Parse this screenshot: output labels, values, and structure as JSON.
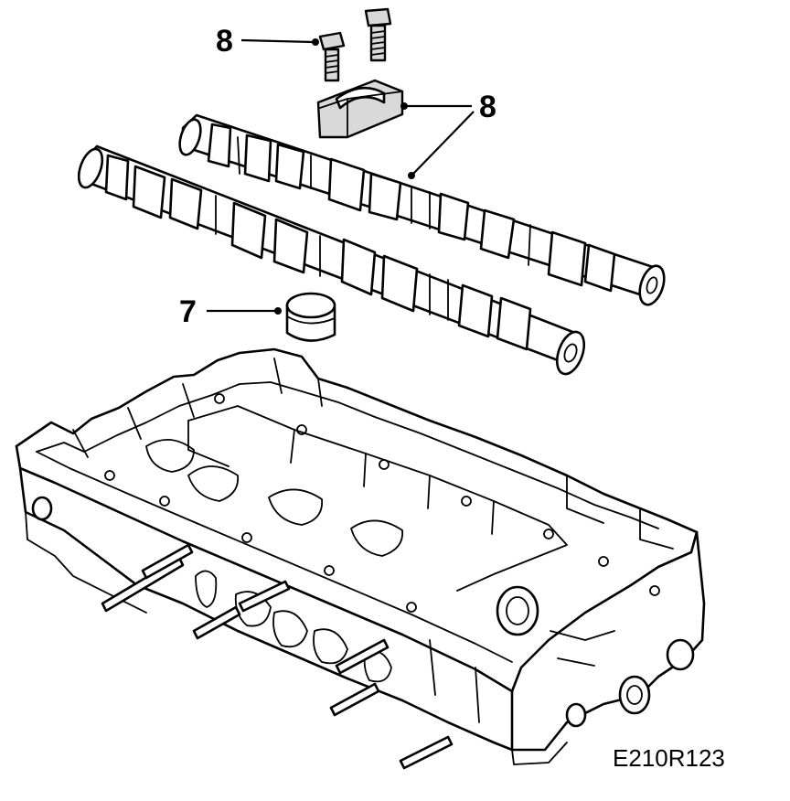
{
  "callouts": {
    "bolt": "8",
    "bearing_cap": "8",
    "tappet": "7"
  },
  "figure_code": "E210R123"
}
